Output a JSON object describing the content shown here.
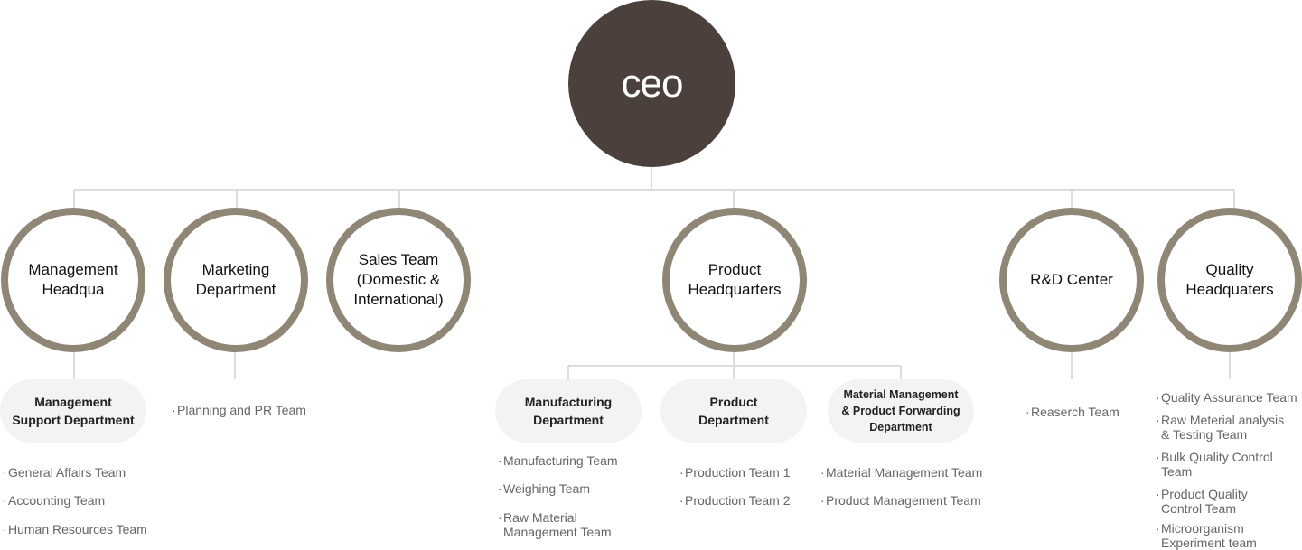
{
  "ceo": {
    "label": "ceo"
  },
  "departments": {
    "management": "Management\nHeadqua",
    "marketing": "Marketing\nDepartment",
    "sales": "Sales Team\n(Domestic &\nInternational)",
    "product": "Product\nHeadquarters",
    "rnd": "R&D Center",
    "quality": "Quality\nHeadquaters"
  },
  "subdepartments": {
    "management_support": "Management\nSupport Department",
    "manufacturing": "Manufacturing\nDepartment",
    "product_dept": "Product\nDepartment",
    "material_mgmt": "Material Management\n& Product Forwarding\nDepartment"
  },
  "teams": {
    "management_support": [
      "General Affairs Team",
      "Accounting Team",
      "Human Resources Team"
    ],
    "marketing": [
      "Planning and PR Team"
    ],
    "manufacturing": [
      "Manufacturing Team",
      "Weighing Team",
      "Raw Material\nManagement Team"
    ],
    "product_dept": [
      "Production Team 1",
      "Production Team 2"
    ],
    "material_mgmt": [
      "Material Management Team",
      "Product Management Team"
    ],
    "rnd": [
      "Reaserch Team"
    ],
    "quality": [
      "Quality Assurance Team",
      "Raw Meterial analysis\n& Testing Team",
      "Bulk Quality Control Team",
      "Product Quality\nControl Team",
      "Microorganism\nExperiment team"
    ]
  },
  "colors": {
    "ceo_fill": "#4b403c",
    "ring": "#8f8675",
    "line": "#dcdcdc",
    "pill_fill": "#f4f3f1"
  }
}
